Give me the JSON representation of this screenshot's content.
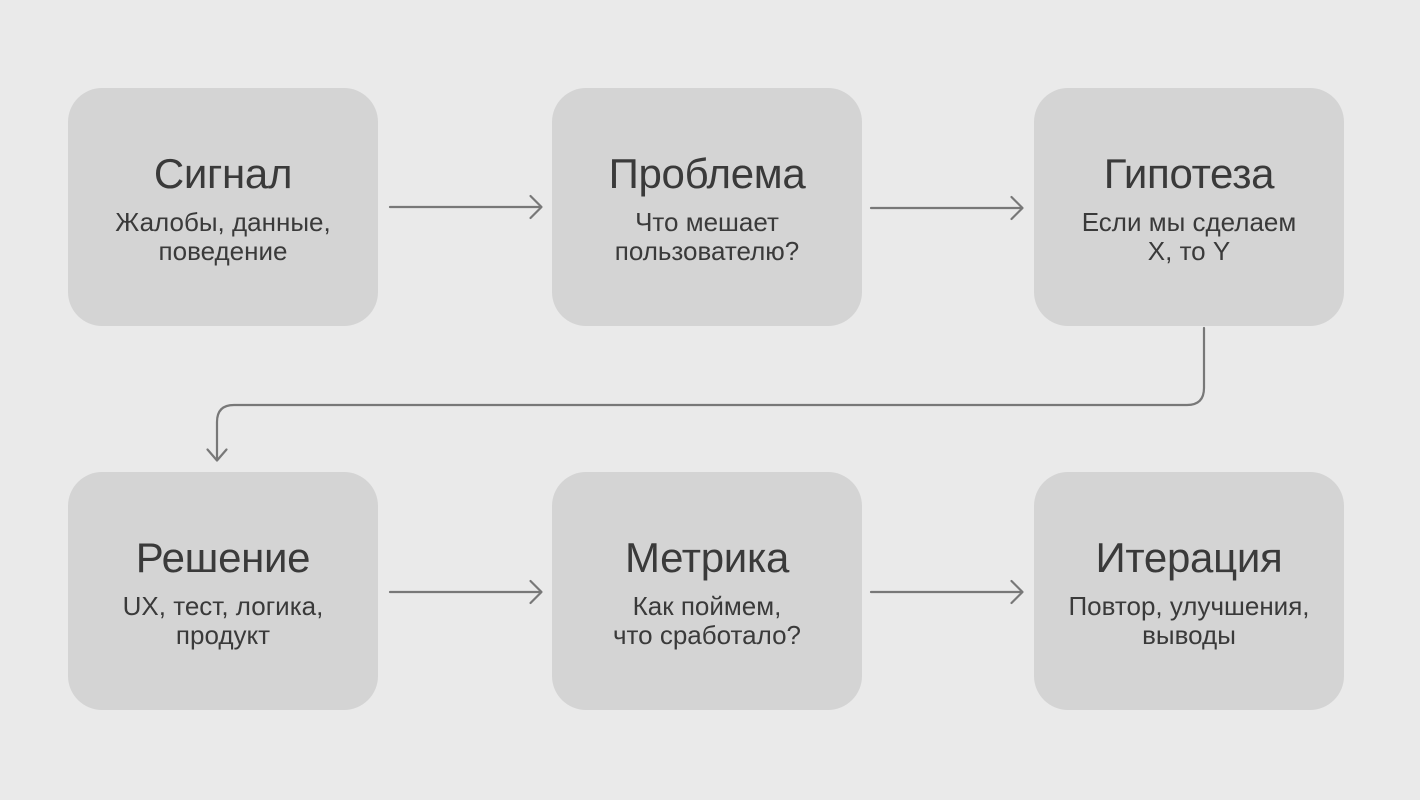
{
  "diagram": {
    "colors": {
      "background": "#eaeaea",
      "node_fill": "#d4d4d4",
      "text": "#3a3a3a",
      "connector": "#787878"
    },
    "nodes": [
      {
        "id": "signal",
        "title": "Сигнал",
        "subtitle_lines": [
          "Жалобы, данные,",
          "поведение"
        ]
      },
      {
        "id": "problem",
        "title": "Проблема",
        "subtitle_lines": [
          "Что мешает",
          "пользователю?"
        ]
      },
      {
        "id": "hypothesis",
        "title": "Гипотеза",
        "subtitle_lines": [
          "Если мы сделаем",
          "X, то Y"
        ]
      },
      {
        "id": "solution",
        "title": "Решение",
        "subtitle_lines": [
          "UX, тест, логика,",
          "продукт"
        ]
      },
      {
        "id": "metric",
        "title": "Метрика",
        "subtitle_lines": [
          "Как поймем,",
          "что сработало?"
        ]
      },
      {
        "id": "iteration",
        "title": "Итерация",
        "subtitle_lines": [
          "Повтор, улучшения,",
          "выводы"
        ]
      }
    ],
    "connections": [
      {
        "from": "Сигнал",
        "to": "Проблема",
        "type": "arrow-right"
      },
      {
        "from": "Проблема",
        "to": "Гипотеза",
        "type": "arrow-right"
      },
      {
        "from": "Гипотеза",
        "to": "Решение",
        "type": "elbow-down-left-down"
      },
      {
        "from": "Решение",
        "to": "Метрика",
        "type": "arrow-right"
      },
      {
        "from": "Метрика",
        "to": "Итерация",
        "type": "arrow-right"
      }
    ]
  }
}
